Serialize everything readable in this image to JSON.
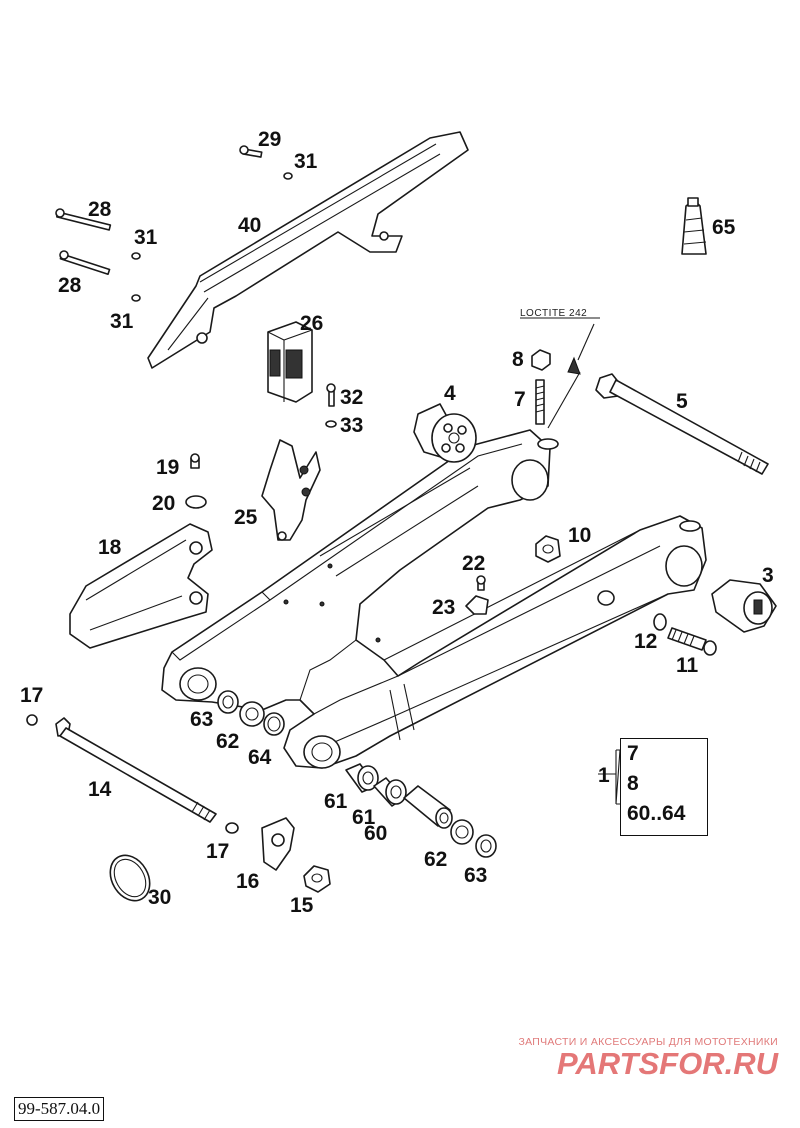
{
  "diagram": {
    "labels": {
      "l1": "1",
      "l3": "3",
      "l4": "4",
      "l5": "5",
      "l7": "7",
      "l8": "8",
      "l10": "10",
      "l11": "11",
      "l12": "12",
      "l14": "14",
      "l15": "15",
      "l16": "16",
      "l17a": "17",
      "l17b": "17",
      "l18": "18",
      "l19": "19",
      "l20": "20",
      "l22": "22",
      "l23": "23",
      "l25": "25",
      "l26": "26",
      "l28a": "28",
      "l28b": "28",
      "l29": "29",
      "l30": "30",
      "l31a": "31",
      "l31b": "31",
      "l31c": "31",
      "l32": "32",
      "l33": "33",
      "l40": "40",
      "l60": "60",
      "l61a": "61",
      "l61b": "61",
      "l62a": "62",
      "l62b": "62",
      "l63a": "63",
      "l63b": "63",
      "l64": "64",
      "l65": "65"
    },
    "loctite_note": "LOCTITE 242",
    "assembly_box": [
      "7",
      "8",
      "60..64"
    ],
    "reference_code": "99-587.04.0"
  },
  "watermark": {
    "tagline": "ЗАПЧАСТИ И АКСЕССУАРЫ ДЛЯ МОТОТЕХНИКИ",
    "logo_text": "PARTSFOR.RU",
    "color": "#e06060",
    "icon": "logo-mark"
  }
}
